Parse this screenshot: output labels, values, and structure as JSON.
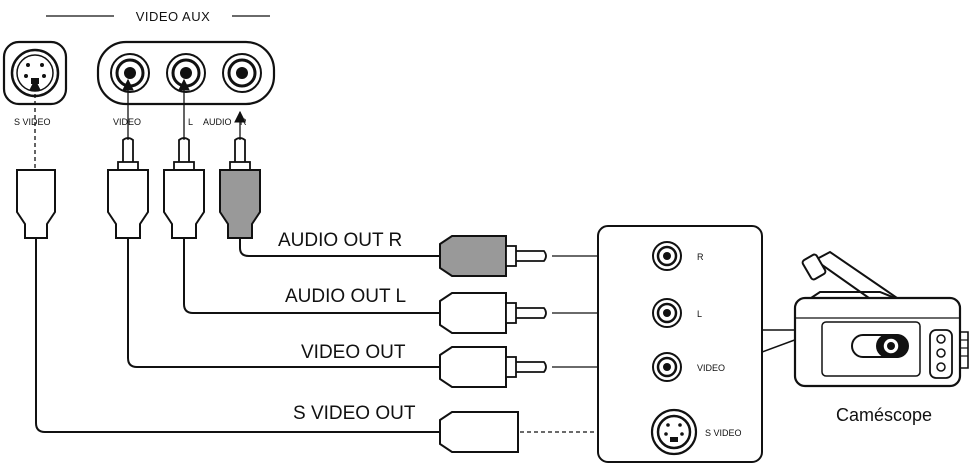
{
  "header": {
    "title": "VIDEO AUX"
  },
  "tv_panel": {
    "s_video_label": "S VIDEO",
    "video_label": "VIDEO",
    "left_label": "L",
    "audio_label": "AUDIO",
    "right_label": "R"
  },
  "cables": {
    "audio_out_r": "AUDIO OUT R",
    "audio_out_l": "AUDIO OUT L",
    "video_out": "VIDEO OUT",
    "s_video_out": "S VIDEO OUT"
  },
  "camcorder_panel": {
    "r_label": "R",
    "l_label": "L",
    "video_label": "VIDEO",
    "s_video_label": "S VIDEO"
  },
  "camcorder": {
    "label": "Caméscope"
  },
  "colors": {
    "line": "#111111",
    "grey_plug": "#999999",
    "background": "#ffffff"
  }
}
